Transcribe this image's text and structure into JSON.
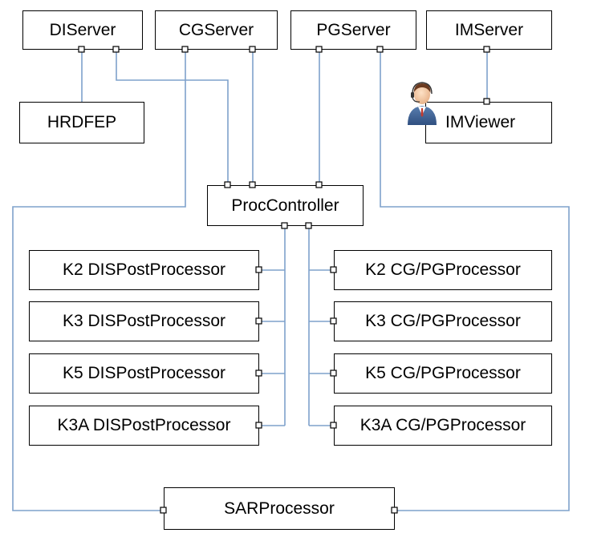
{
  "colors": {
    "wire": "#7fa2cb",
    "border": "#000000",
    "background": "#ffffff"
  },
  "nodes": {
    "diserver": "DIServer",
    "cgserver": "CGServer",
    "pgserver": "PGServer",
    "imserver": "IMServer",
    "hrdfep": "HRDFEP",
    "imviewer": "IMViewer",
    "proccontroller": "ProcController",
    "dis_k2": "K2 DISPostProcessor",
    "dis_k3": "K3 DISPostProcessor",
    "dis_k5": "K5 DISPostProcessor",
    "dis_k3a": "K3A DISPostProcessor",
    "cg_k2": "K2 CG/PGProcessor",
    "cg_k3": "K3 CG/PGProcessor",
    "cg_k5": "K5 CG/PGProcessor",
    "cg_k3a": "K3A CG/PGProcessor",
    "sarprocessor": "SARProcessor"
  },
  "icons": {
    "user": "user-headset-icon"
  }
}
